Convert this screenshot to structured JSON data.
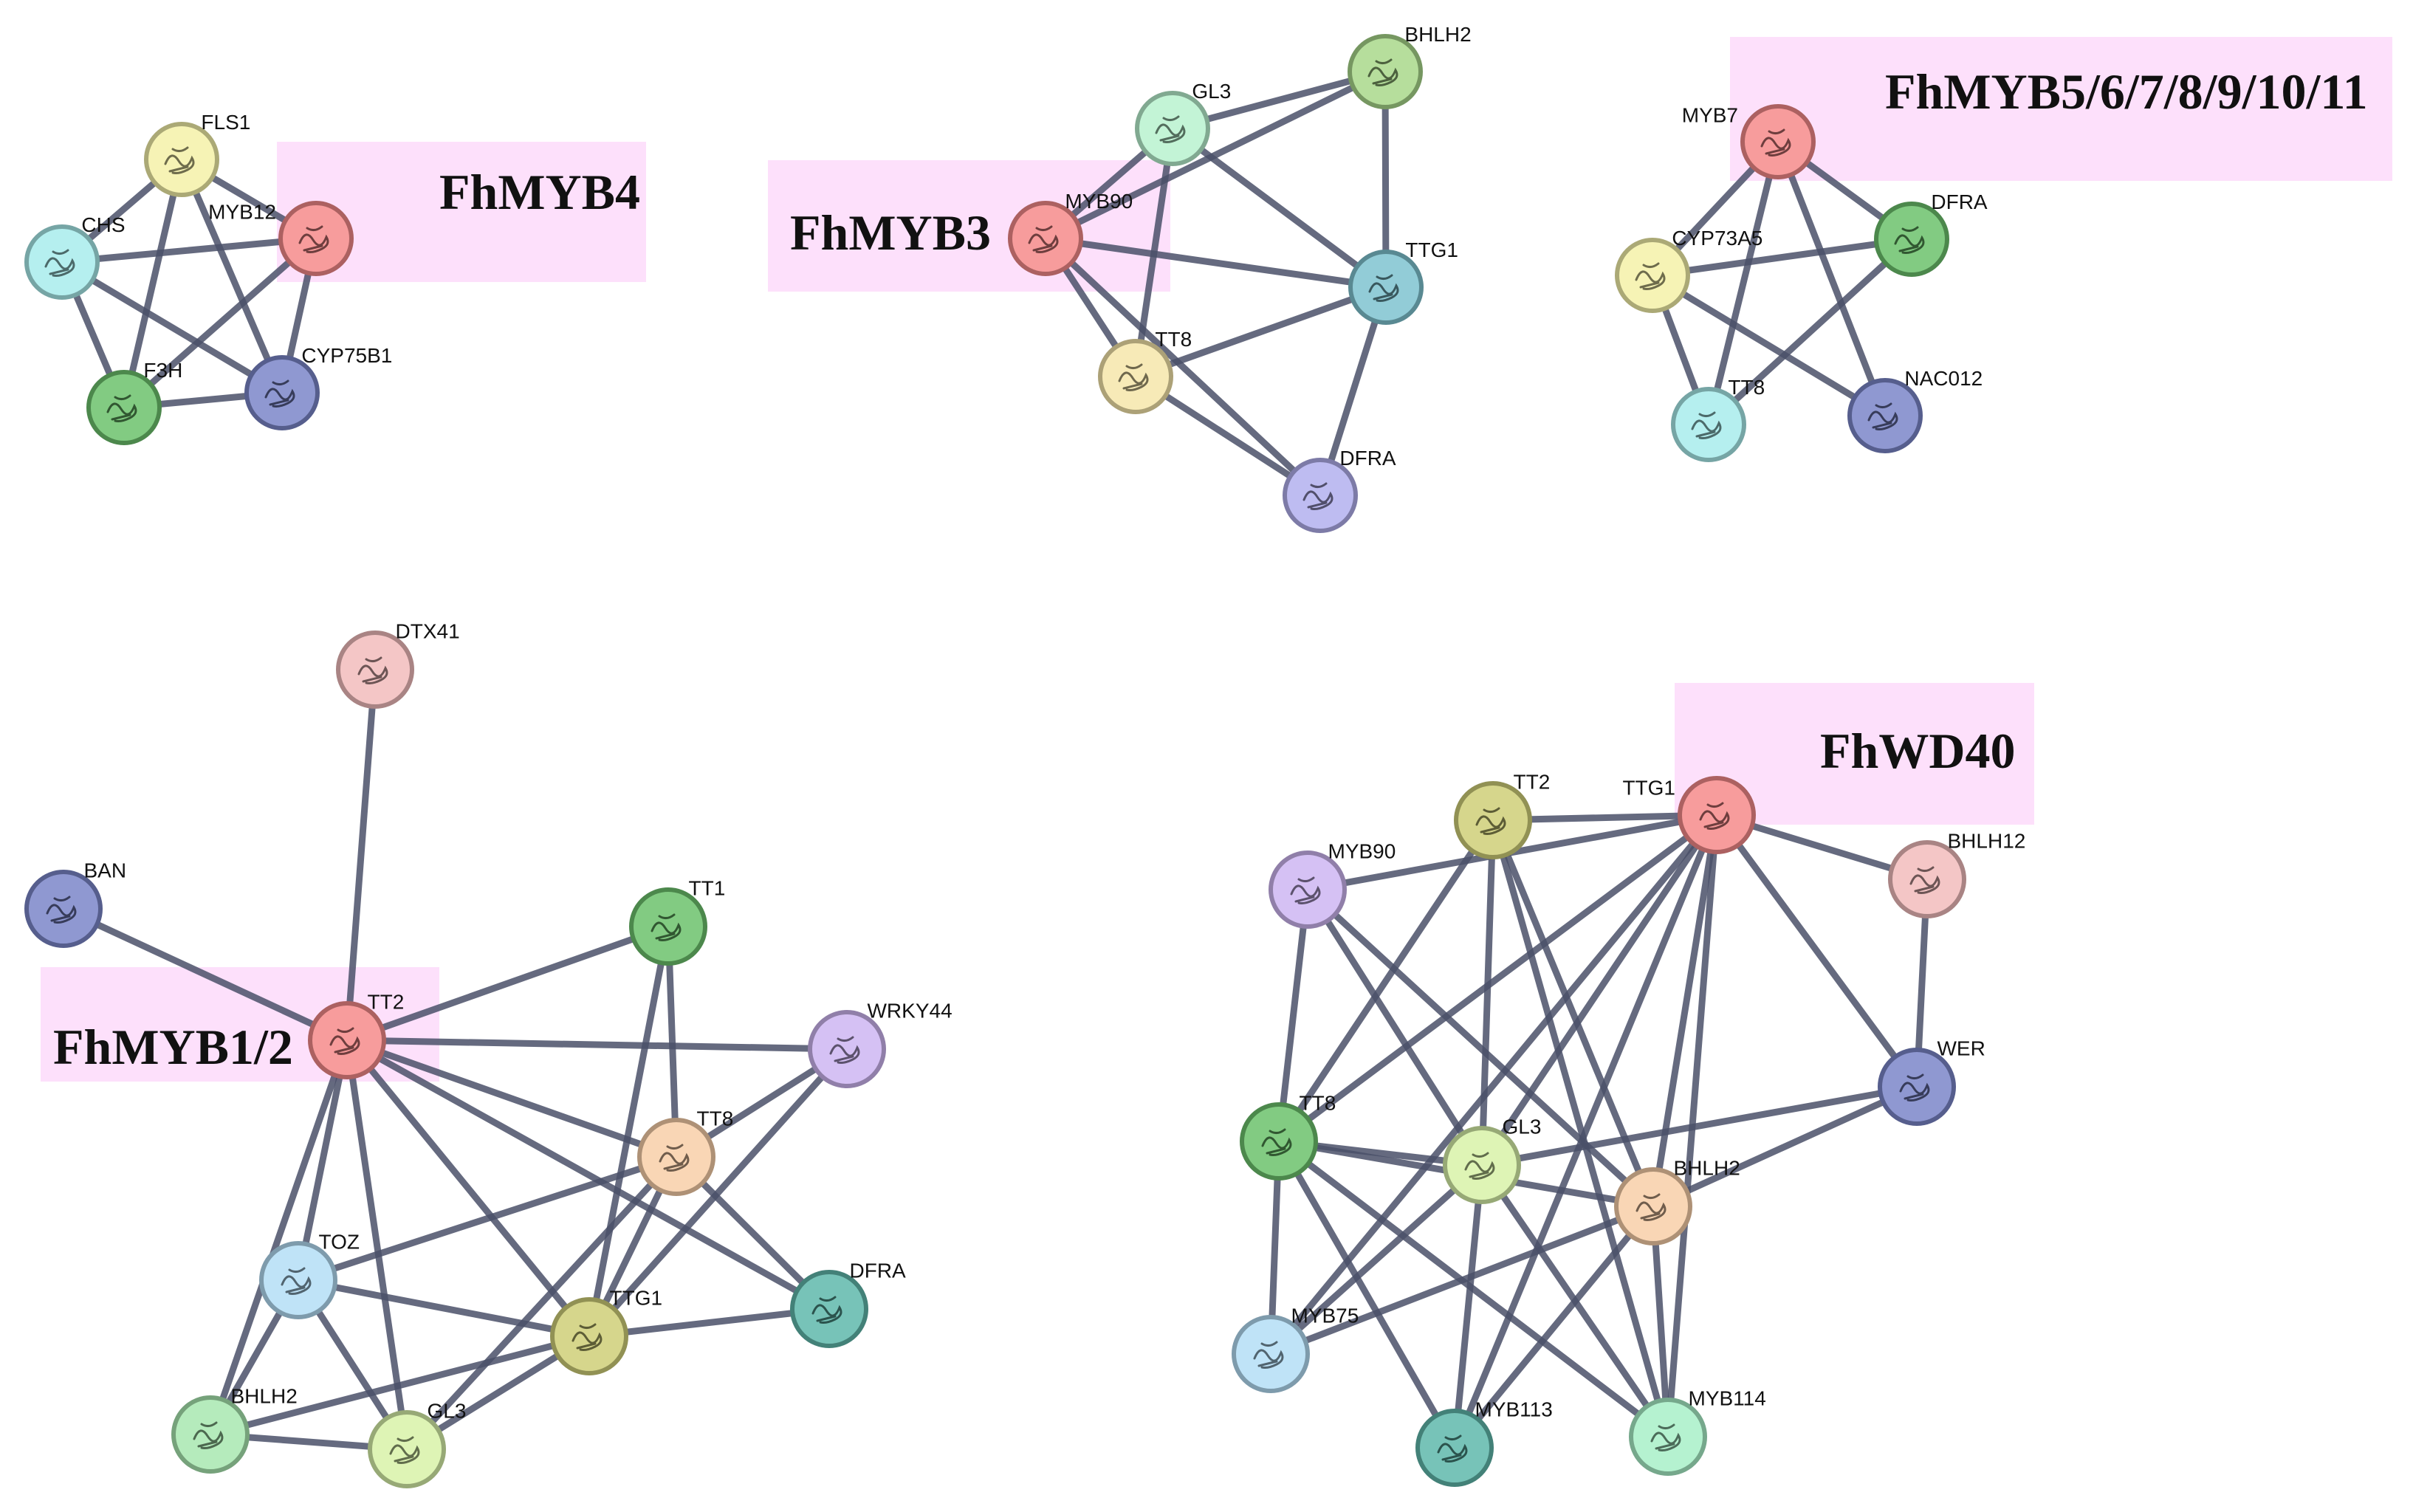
{
  "networks": [
    {
      "id": "fhmyb4",
      "title": "FhMYB4",
      "nodes": [
        {
          "id": "FLS1",
          "label": "FLS1",
          "color": "#f4f1a8"
        },
        {
          "id": "CHS",
          "label": "CHS",
          "color": "#a8ecec"
        },
        {
          "id": "MYB12",
          "label": "MYB12",
          "color": "#f58a8a"
        },
        {
          "id": "F3H",
          "label": "F3H",
          "color": "#6cc26c"
        },
        {
          "id": "CYP75B1",
          "label": "CYP75B1",
          "color": "#7b86c9"
        }
      ],
      "edges": [
        [
          "FLS1",
          "CHS"
        ],
        [
          "FLS1",
          "MYB12"
        ],
        [
          "FLS1",
          "F3H"
        ],
        [
          "FLS1",
          "CYP75B1"
        ],
        [
          "CHS",
          "MYB12"
        ],
        [
          "CHS",
          "F3H"
        ],
        [
          "CHS",
          "CYP75B1"
        ],
        [
          "MYB12",
          "F3H"
        ],
        [
          "MYB12",
          "CYP75B1"
        ],
        [
          "F3H",
          "CYP75B1"
        ]
      ]
    },
    {
      "id": "fhmyb3",
      "title": "FhMYB3",
      "nodes": [
        {
          "id": "BHLH2",
          "label": "BHLH2",
          "color": "#a9d88a"
        },
        {
          "id": "GL3",
          "label": "GL3",
          "color": "#b8f2cf"
        },
        {
          "id": "MYB90",
          "label": "MYB90",
          "color": "#f58a8a"
        },
        {
          "id": "TTG1",
          "label": "TTG1",
          "color": "#7fc3d0"
        },
        {
          "id": "TT8",
          "label": "TT8",
          "color": "#f6e6aa"
        },
        {
          "id": "DFRA",
          "label": "DFRA",
          "color": "#b3b0ee"
        }
      ],
      "edges": [
        [
          "GL3",
          "BHLH2"
        ],
        [
          "GL3",
          "MYB90"
        ],
        [
          "GL3",
          "TTG1"
        ],
        [
          "GL3",
          "TT8"
        ],
        [
          "BHLH2",
          "MYB90"
        ],
        [
          "BHLH2",
          "TTG1"
        ],
        [
          "MYB90",
          "TTG1"
        ],
        [
          "MYB90",
          "TT8"
        ],
        [
          "MYB90",
          "DFRA"
        ],
        [
          "TT8",
          "TTG1"
        ],
        [
          "TT8",
          "DFRA"
        ],
        [
          "TTG1",
          "DFRA"
        ]
      ]
    },
    {
      "id": "fhmyb5",
      "title": "FhMYB5/6/7/8/9/10/11",
      "nodes": [
        {
          "id": "MYB7",
          "label": "MYB7",
          "color": "#f58a8a"
        },
        {
          "id": "DFRA",
          "label": "DFRA",
          "color": "#6cc26c"
        },
        {
          "id": "CYP73A5",
          "label": "CYP73A5",
          "color": "#f4f1a8"
        },
        {
          "id": "NAC012",
          "label": "NAC012",
          "color": "#7b86c9"
        },
        {
          "id": "TT8",
          "label": "TT8",
          "color": "#a8ecec"
        }
      ],
      "edges": [
        [
          "MYB7",
          "CYP73A5"
        ],
        [
          "MYB7",
          "DFRA"
        ],
        [
          "MYB7",
          "TT8"
        ],
        [
          "MYB7",
          "NAC012"
        ],
        [
          "CYP73A5",
          "DFRA"
        ],
        [
          "CYP73A5",
          "TT8"
        ],
        [
          "CYP73A5",
          "NAC012"
        ],
        [
          "DFRA",
          "TT8"
        ]
      ]
    },
    {
      "id": "fhmyb12",
      "title": "FhMYB1/2",
      "nodes": [
        {
          "id": "DTX41",
          "label": "DTX41",
          "color": "#f2bcbc"
        },
        {
          "id": "BAN",
          "label": "BAN",
          "color": "#7b86c9"
        },
        {
          "id": "TT1",
          "label": "TT1",
          "color": "#6cc26c"
        },
        {
          "id": "TT2",
          "label": "TT2",
          "color": "#f58a8a"
        },
        {
          "id": "WRKY44",
          "label": "WRKY44",
          "color": "#cdb6f2"
        },
        {
          "id": "TT8",
          "label": "TT8",
          "color": "#f8cfa8"
        },
        {
          "id": "TOZ",
          "label": "TOZ",
          "color": "#b4def6"
        },
        {
          "id": "DFRA",
          "label": "DFRA",
          "color": "#5fb8ac"
        },
        {
          "id": "TTG1",
          "label": "TTG1",
          "color": "#cfcf78"
        },
        {
          "id": "BHLH2",
          "label": "BHLH2",
          "color": "#a8e8b0"
        },
        {
          "id": "GL3",
          "label": "GL3",
          "color": "#d8f2a8"
        }
      ],
      "edges": [
        [
          "DTX41",
          "TT2"
        ],
        [
          "BAN",
          "TT2"
        ],
        [
          "TT2",
          "TT1"
        ],
        [
          "TT2",
          "WRKY44"
        ],
        [
          "TT2",
          "TT8"
        ],
        [
          "TT2",
          "DFRA"
        ],
        [
          "TT2",
          "TTG1"
        ],
        [
          "TT2",
          "TOZ"
        ],
        [
          "TT2",
          "BHLH2"
        ],
        [
          "TT2",
          "GL3"
        ],
        [
          "TT1",
          "TT8"
        ],
        [
          "TT1",
          "TTG1"
        ],
        [
          "WRKY44",
          "TT8"
        ],
        [
          "WRKY44",
          "TTG1"
        ],
        [
          "TT8",
          "TOZ"
        ],
        [
          "TT8",
          "TTG1"
        ],
        [
          "TT8",
          "DFRA"
        ],
        [
          "TT8",
          "GL3"
        ],
        [
          "TOZ",
          "TTG1"
        ],
        [
          "TOZ",
          "BHLH2"
        ],
        [
          "TOZ",
          "GL3"
        ],
        [
          "TTG1",
          "DFRA"
        ],
        [
          "TTG1",
          "BHLH2"
        ],
        [
          "TTG1",
          "GL3"
        ],
        [
          "BHLH2",
          "GL3"
        ]
      ]
    },
    {
      "id": "fhwd40",
      "title": "FhWD40",
      "nodes": [
        {
          "id": "TT2",
          "label": "TT2",
          "color": "#cfcf78"
        },
        {
          "id": "TTG1",
          "label": "TTG1",
          "color": "#f58a8a"
        },
        {
          "id": "MYB90",
          "label": "MYB90",
          "color": "#cdb6f2"
        },
        {
          "id": "BHLH12",
          "label": "BHLH12",
          "color": "#f2bcbc"
        },
        {
          "id": "WER",
          "label": "WER",
          "color": "#7b86c9"
        },
        {
          "id": "TT8",
          "label": "TT8",
          "color": "#6cc26c"
        },
        {
          "id": "GL3",
          "label": "GL3",
          "color": "#d8f2a8"
        },
        {
          "id": "BHLH2",
          "label": "BHLH2",
          "color": "#f8cfa8"
        },
        {
          "id": "MYB75",
          "label": "MYB75",
          "color": "#b4def6"
        },
        {
          "id": "MYB113",
          "label": "MYB113",
          "color": "#5fb8ac"
        },
        {
          "id": "MYB114",
          "label": "MYB114",
          "color": "#a8f0c8"
        }
      ],
      "edges": [
        [
          "TT2",
          "TTG1"
        ],
        [
          "TT2",
          "TT8"
        ],
        [
          "TT2",
          "GL3"
        ],
        [
          "TT2",
          "BHLH2"
        ],
        [
          "TT2",
          "MYB114"
        ],
        [
          "TTG1",
          "MYB90"
        ],
        [
          "TTG1",
          "BHLH12"
        ],
        [
          "TTG1",
          "WER"
        ],
        [
          "TTG1",
          "TT8"
        ],
        [
          "TTG1",
          "GL3"
        ],
        [
          "TTG1",
          "BHLH2"
        ],
        [
          "TTG1",
          "MYB75"
        ],
        [
          "TTG1",
          "MYB113"
        ],
        [
          "TTG1",
          "MYB114"
        ],
        [
          "MYB90",
          "TT8"
        ],
        [
          "MYB90",
          "GL3"
        ],
        [
          "MYB90",
          "BHLH2"
        ],
        [
          "BHLH12",
          "WER"
        ],
        [
          "WER",
          "GL3"
        ],
        [
          "WER",
          "BHLH2"
        ],
        [
          "TT8",
          "GL3"
        ],
        [
          "TT8",
          "BHLH2"
        ],
        [
          "TT8",
          "MYB75"
        ],
        [
          "TT8",
          "MYB113"
        ],
        [
          "TT8",
          "MYB114"
        ],
        [
          "GL3",
          "MYB75"
        ],
        [
          "GL3",
          "MYB113"
        ],
        [
          "GL3",
          "MYB114"
        ],
        [
          "BHLH2",
          "MYB75"
        ],
        [
          "BHLH2",
          "MYB113"
        ],
        [
          "BHLH2",
          "MYB114"
        ]
      ]
    }
  ]
}
